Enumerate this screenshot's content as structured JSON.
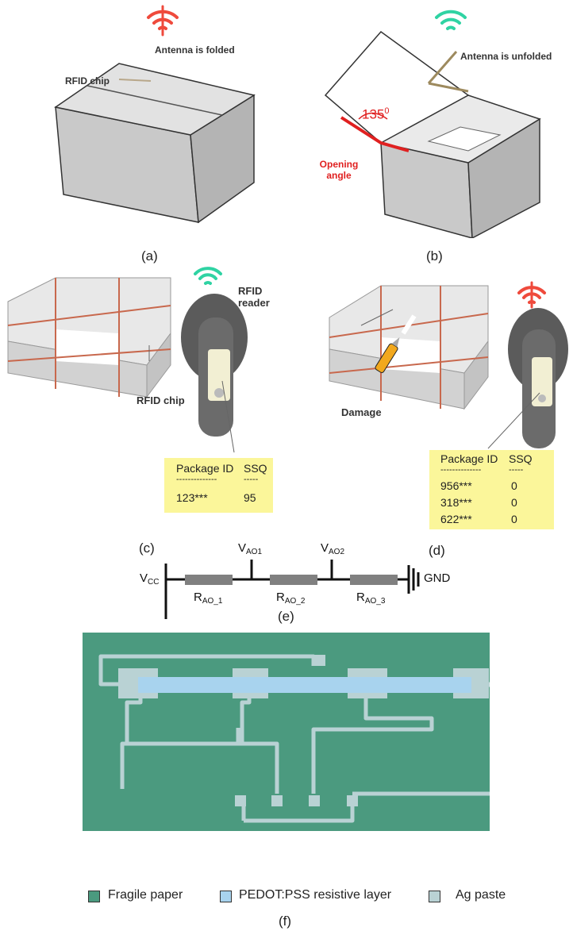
{
  "colors": {
    "signal_ok": "#2fd3a3",
    "signal_bad": "#ef4a3c",
    "tape": "#c8684d",
    "note_bg": "#fbf69a",
    "fragile_paper": "#4b9a7f",
    "pedot": "#a8d3ee",
    "ag_paste": "#b9d2d4"
  },
  "panel_a": {
    "caption": "(a)",
    "signal_icon": "wifi-off-icon",
    "antenna_label": "Antenna is folded",
    "chip_label": "RFID chip"
  },
  "panel_b": {
    "caption": "(b)",
    "signal_icon": "wifi-icon",
    "antenna_label": "Antenna is unfolded",
    "angle_label": "135",
    "angle_sup": "0",
    "opening_label_1": "Opening",
    "opening_label_2": "angle"
  },
  "panel_c": {
    "caption": "(c)",
    "signal_icon": "wifi-icon",
    "reader_label_1": "RFID",
    "reader_label_2": "reader",
    "chip_label": "RFID chip",
    "table": {
      "col1": "Package ID",
      "col2": "SSQ",
      "sep1": "--------------",
      "sep2": "-----",
      "rows": [
        {
          "id": "123***",
          "ssq": "95"
        }
      ]
    }
  },
  "panel_d": {
    "caption": "(d)",
    "signal_icon": "wifi-off-icon",
    "damage_label": "Damage",
    "table": {
      "col1": "Package ID",
      "col2": "SSQ",
      "sep1": "--------------",
      "sep2": "-----",
      "rows": [
        {
          "id": "956***",
          "ssq": "0"
        },
        {
          "id": "318***",
          "ssq": "0"
        },
        {
          "id": "622***",
          "ssq": "0"
        }
      ]
    }
  },
  "panel_e": {
    "caption": "(e)",
    "vcc": "V",
    "vcc_sub": "CC",
    "vao1": "V",
    "vao1_sub": "AO1",
    "vao2": "V",
    "vao2_sub": "AO2",
    "r1": "R",
    "r1_sub": "AO_1",
    "r2": "R",
    "r2_sub": "AO_2",
    "r3": "R",
    "r3_sub": "AO_3",
    "gnd": "GND"
  },
  "panel_f": {
    "caption": "(f)",
    "legend": [
      {
        "label": "Fragile paper"
      },
      {
        "label": "PEDOT:PSS resistive layer"
      },
      {
        "label": "Ag paste"
      }
    ]
  }
}
